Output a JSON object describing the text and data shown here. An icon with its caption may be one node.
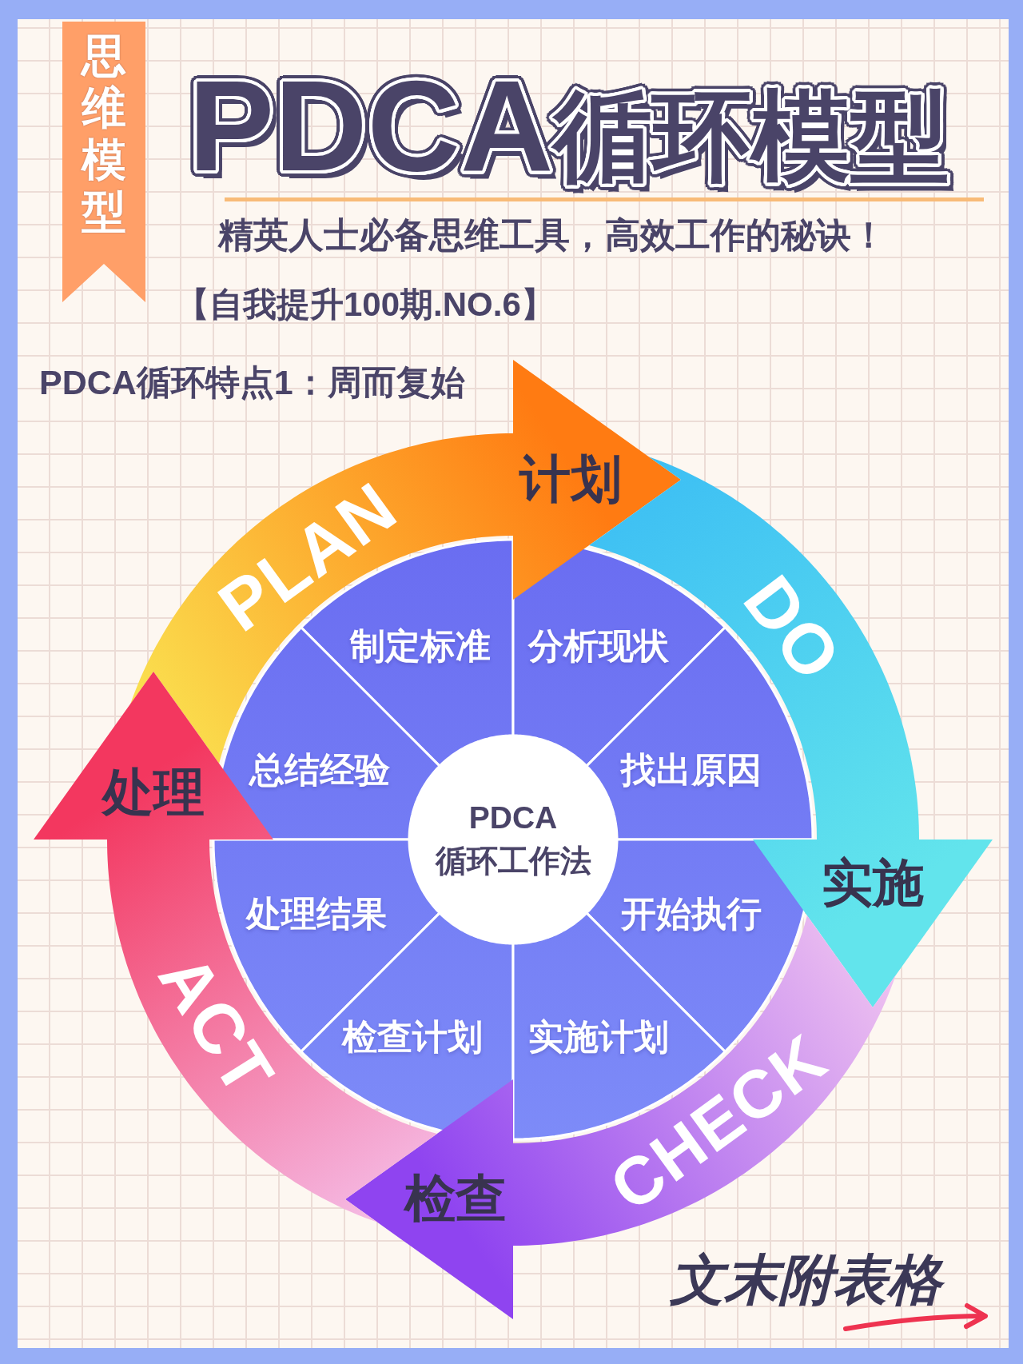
{
  "diagram": {
    "title": "PDCA循环模型",
    "nodes": [
      {
        "text": [
          "思维模型"
        ]
      },
      {
        "text": [
          "PLAN",
          "计划"
        ]
      },
      {
        "text": [
          "DO",
          "实施"
        ]
      },
      {
        "text": [
          "CHECK",
          "检查"
        ]
      },
      {
        "text": [
          "ACT",
          "处理"
        ]
      },
      {
        "text": [
          "制定标准"
        ]
      },
      {
        "text": [
          "分析现状"
        ]
      },
      {
        "text": [
          "总结经验"
        ]
      },
      {
        "text": [
          "找出原因"
        ]
      },
      {
        "text": [
          "PDCA",
          "循环工作法"
        ]
      },
      {
        "text": [
          "处理结果"
        ]
      },
      {
        "text": [
          "开始执行"
        ]
      },
      {
        "text": [
          "检查计划"
        ]
      },
      {
        "text": [
          "实施计划"
        ]
      }
    ],
    "labels": [
      "精英人士必备思维工具，高效工作的秘诀！",
      "【自我提升100期.NO.6】",
      "PDCA循环特点1：周而复始",
      "文末附表格"
    ]
  }
}
